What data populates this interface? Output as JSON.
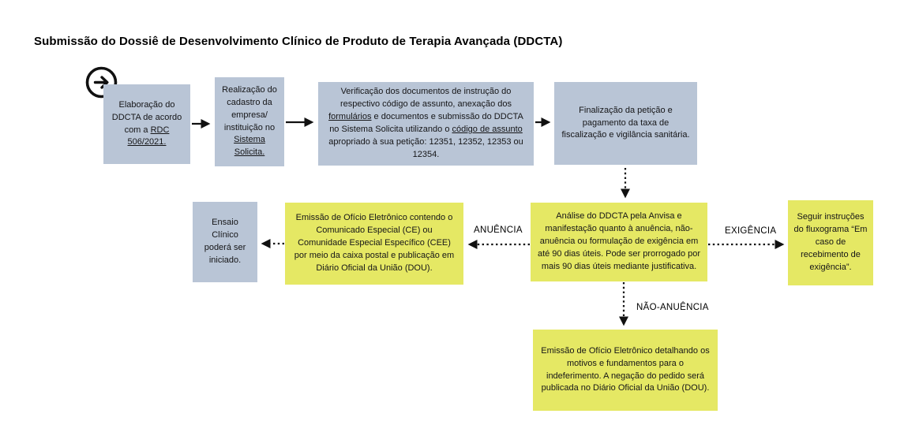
{
  "title": "Submissão do Dossiê de Desenvolvimento Clínico de Produto de Terapia Avançada (DDCTA)",
  "icons": {
    "start": "circle-arrow-right-icon"
  },
  "colors": {
    "box_blue": "#b9c5d6",
    "box_yellow": "#e5e864",
    "text": "#151517",
    "arrow": "#111111",
    "background": "#ffffff"
  },
  "nodes": {
    "elaboracao": {
      "segments": [
        {
          "t": "Elaboração do DDCTA de acordo com a "
        },
        {
          "t": "RDC 506/2021.",
          "u": true
        }
      ]
    },
    "cadastro": {
      "segments": [
        {
          "t": "Realização do cadastro da empresa/ instituição no "
        },
        {
          "t": "Sistema Solicita.",
          "u": true
        }
      ]
    },
    "verificacao": {
      "segments": [
        {
          "t": "Verificação dos documentos de instrução do respectivo código de assunto, anexação dos "
        },
        {
          "t": "formulários",
          "u": true
        },
        {
          "t": " e documentos e submissão do DDCTA no Sistema Solicita utilizando o "
        },
        {
          "t": "código de assunto",
          "u": true
        },
        {
          "t": " apropriado à sua petição: 12351, 12352, 12353 ou 12354."
        }
      ]
    },
    "finalizacao": {
      "text": "Finalização da petição e pagamento da taxa de fiscalização e vigilância sanitária."
    },
    "analise": {
      "text": "Análise do DDCTA pela Anvisa e manifestação quanto à anuência, não-anuência ou formulação de exigência em até 90 dias úteis. Pode ser prorrogado por mais 90 dias úteis mediante justificativa."
    },
    "emissao_ce": {
      "text": "Emissão de Ofício Eletrônico contendo o Comunicado Especial (CE) ou Comunidade Especial Específico (CEE) por meio da caixa postal e publicação em Diário Oficial da União (DOU)."
    },
    "ensaio": {
      "text": "Ensaio Clínico poderá ser iniciado."
    },
    "seguir": {
      "text": "Seguir instruções do fluxograma “Em caso de recebimento de exigência”."
    },
    "indeferimento": {
      "text": "Emissão de Ofício Eletrônico detalhando os motivos e fundamentos para o indeferimento. A negação do pedido será publicada no Diário Oficial da União (DOU)."
    }
  },
  "edge_labels": {
    "anuencia": "ANUÊNCIA",
    "exigencia": "EXIGÊNCIA",
    "nao_anuencia": "NÃO-ANUÊNCIA"
  }
}
